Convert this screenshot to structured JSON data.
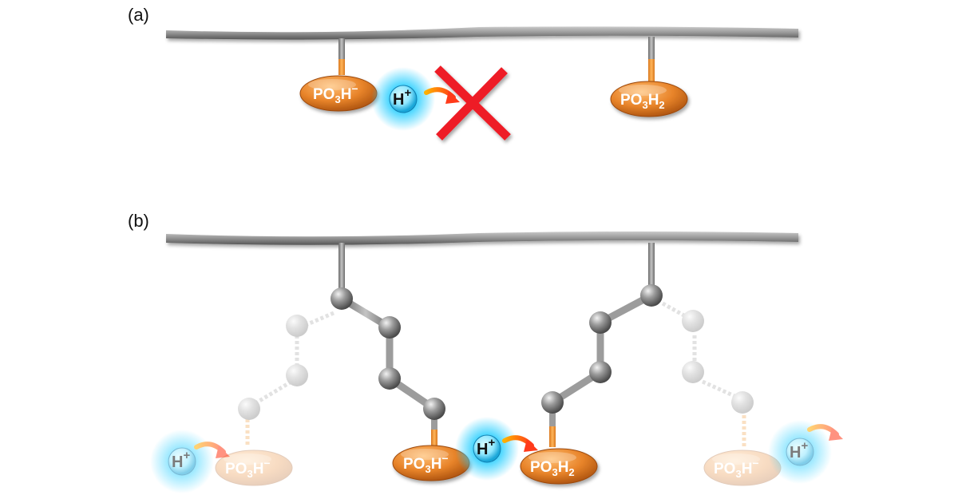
{
  "panels": [
    {
      "label": "(a)"
    },
    {
      "label": "(b)"
    }
  ],
  "labels": {
    "phosphonate_anion": "PO",
    "phosphonic_acid": "PO",
    "sub3": "3",
    "sub2": "2",
    "h": "H",
    "minus": "−",
    "proton": "H",
    "plus": "+"
  },
  "colors": {
    "backbone": "#8a8a8a",
    "linker": "#f0932b",
    "group_fill": "#e07a1f",
    "atom": "#8c8c8c",
    "proton_glow": "#2fd0ff",
    "arrow": "#ff4a1a",
    "cross": "#ee1c25"
  },
  "icons": {
    "blocked": "red-cross-icon",
    "transfer": "curved-arrow-icon"
  }
}
